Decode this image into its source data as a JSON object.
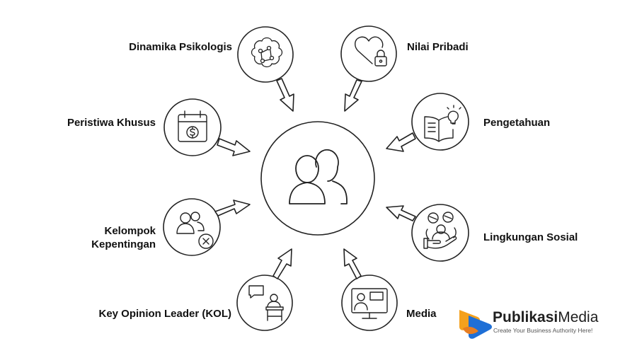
{
  "nodes": {
    "psikologis": "Dinamika Psikologis",
    "nilai": "Nilai Pribadi",
    "peristiwa": "Peristiwa Khusus",
    "pengetahuan": "Pengetahuan",
    "kelompok_line1": "Kelompok",
    "kelompok_line2": "Kepentingan",
    "lingkungan": "Lingkungan Sosial",
    "kol": "Key Opinion Leader (KOL)",
    "media": "Media"
  },
  "logo": {
    "name_bold": "Publikasi",
    "name_light": "Media",
    "tagline": "Create Your Business Authority Here!"
  },
  "colors": {
    "stroke": "#222222",
    "logo_orange": "#f4a11d",
    "logo_blue": "#1e6fd6"
  }
}
